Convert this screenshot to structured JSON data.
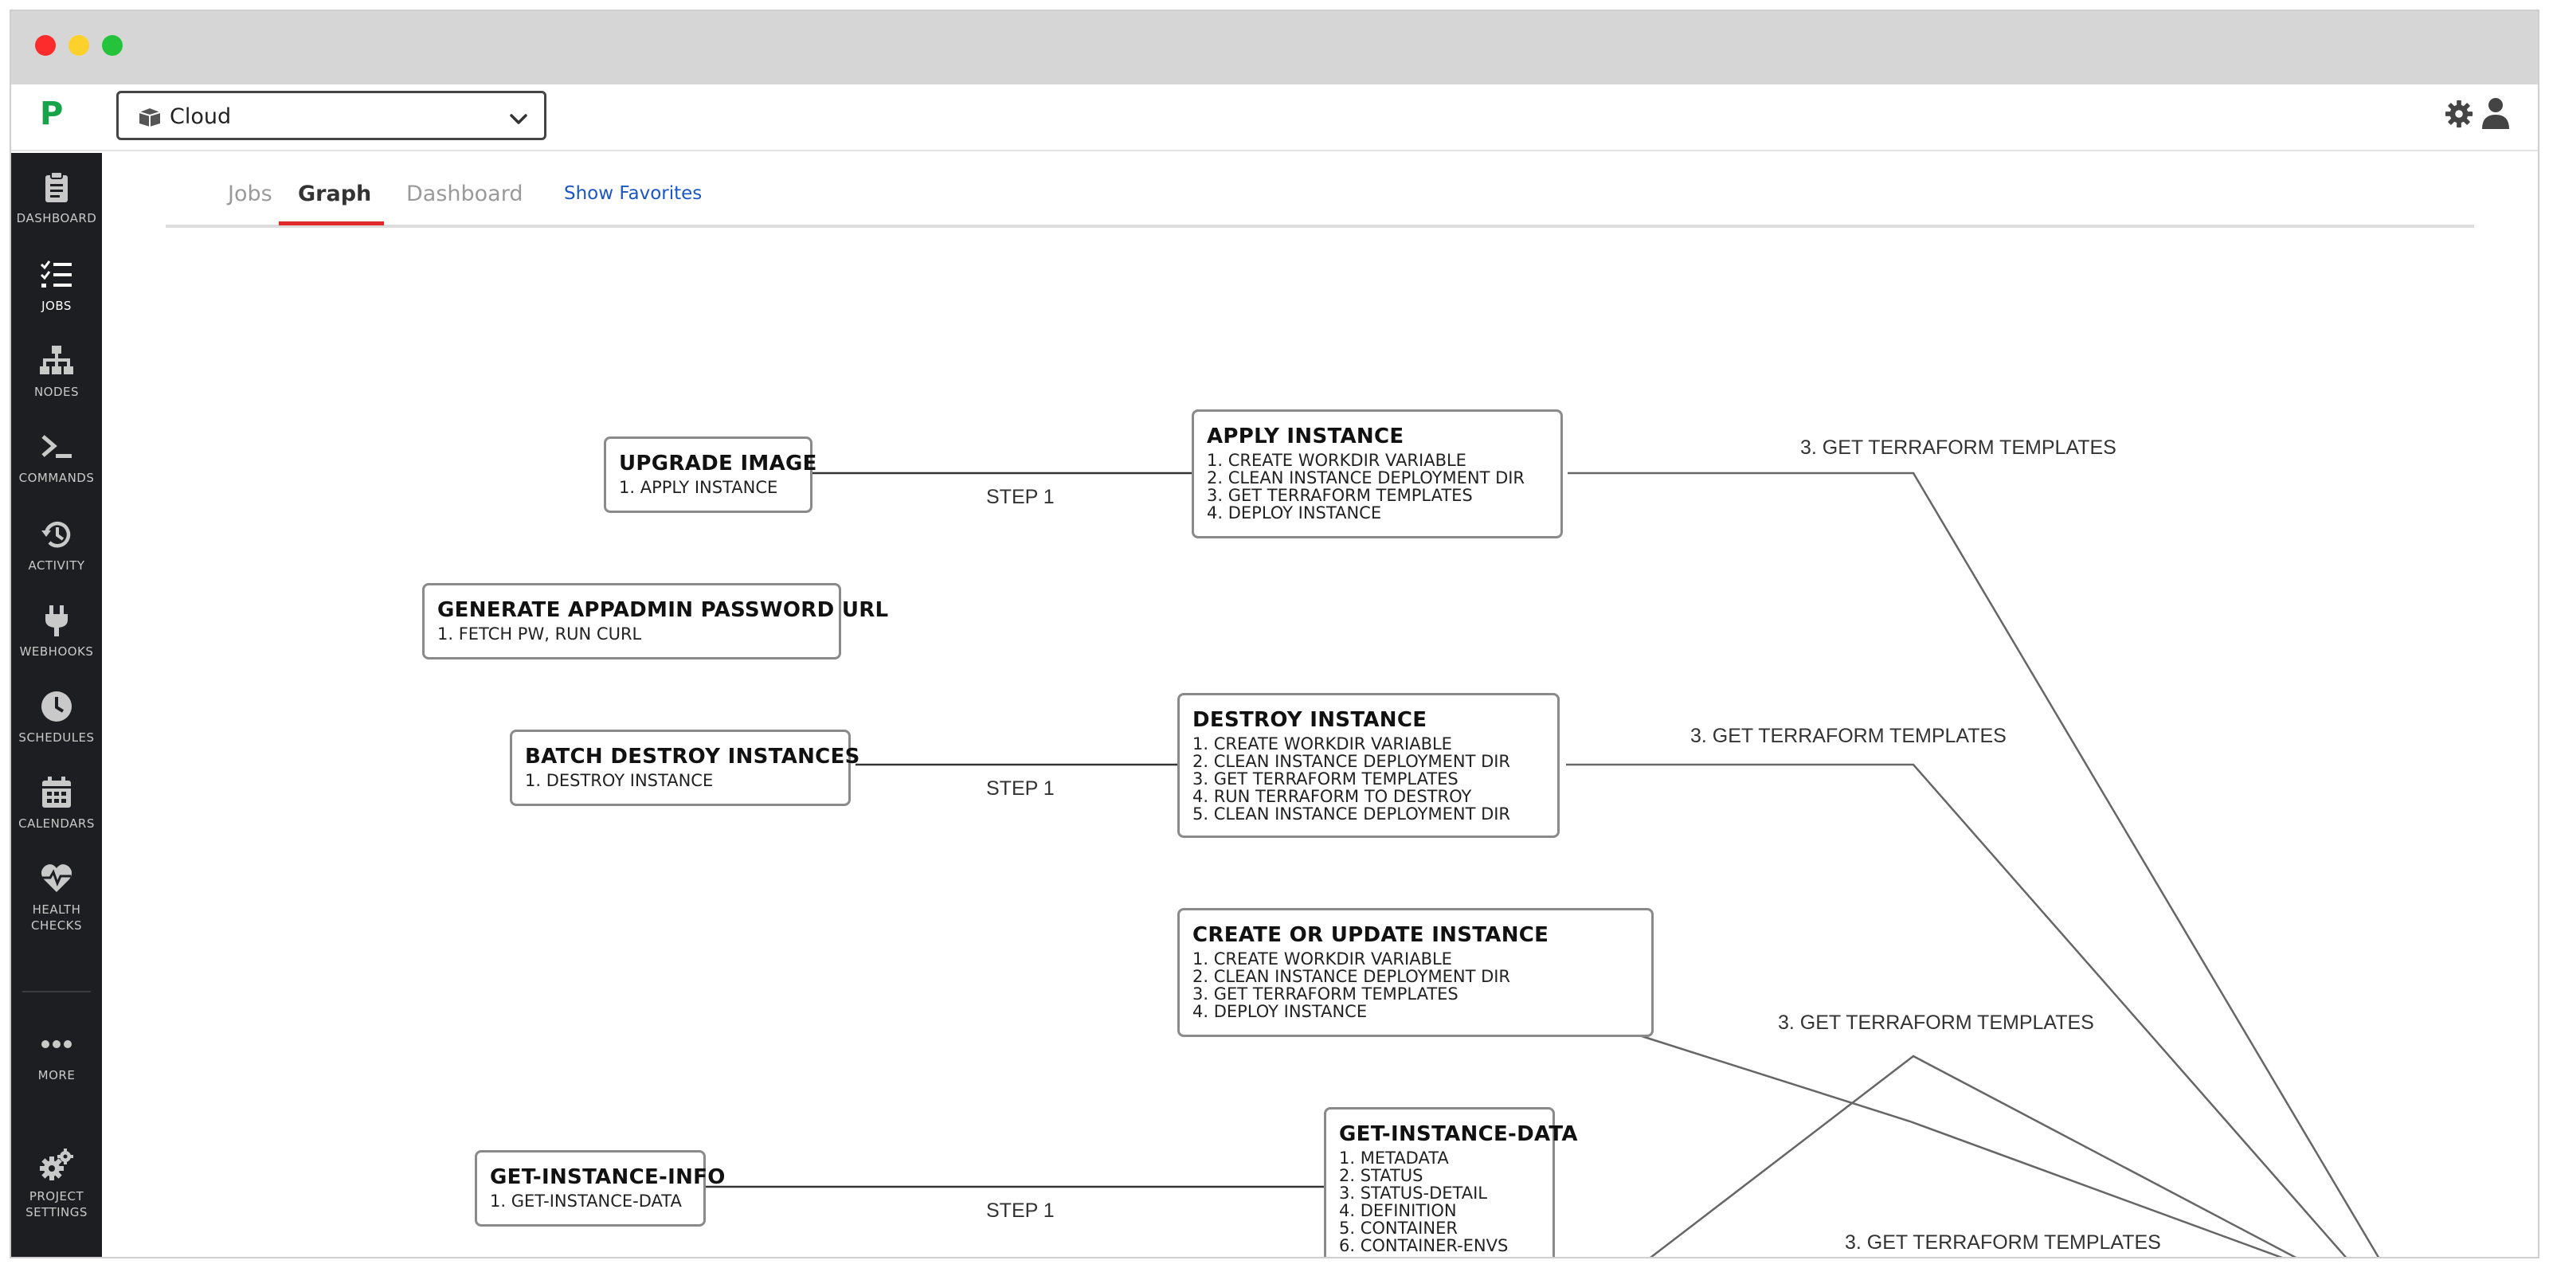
{
  "app": {
    "logo_text": "P",
    "project_selector": {
      "value": "Cloud"
    }
  },
  "sidebar": {
    "items": [
      {
        "label": "DASHBOARD",
        "icon": "clipboard-icon"
      },
      {
        "label": "JOBS",
        "icon": "checklist-icon",
        "active": true
      },
      {
        "label": "NODES",
        "icon": "sitemap-icon"
      },
      {
        "label": "COMMANDS",
        "icon": "terminal-icon"
      },
      {
        "label": "ACTIVITY",
        "icon": "history-icon"
      },
      {
        "label": "WEBHOOKS",
        "icon": "plug-icon"
      },
      {
        "label": "SCHEDULES",
        "icon": "clock-icon"
      },
      {
        "label": "CALENDARS",
        "icon": "calendar-icon"
      },
      {
        "label": "HEALTH",
        "label2": "CHECKS",
        "icon": "heartbeat-icon"
      },
      {
        "label": "MORE",
        "icon": "ellipsis-icon"
      },
      {
        "label": "PROJECT",
        "label2": "SETTINGS",
        "icon": "gears-icon"
      }
    ]
  },
  "tabs": {
    "jobs": "Jobs",
    "graph": "Graph",
    "dashboard": "Dashboard",
    "show_favorites": "Show Favorites",
    "active": "Graph"
  },
  "graph": {
    "nodes": [
      {
        "id": "upgrade-image",
        "title": "UPGRADE IMAGE",
        "steps": [
          "1. APPLY INSTANCE"
        ]
      },
      {
        "id": "apply-instance",
        "title": "APPLY INSTANCE",
        "steps": [
          "1. CREATE WORKDIR VARIABLE",
          "2. CLEAN INSTANCE DEPLOYMENT DIR",
          "3. GET TERRAFORM TEMPLATES",
          "4. DEPLOY INSTANCE"
        ]
      },
      {
        "id": "generate-appadmin",
        "title": "GENERATE APPADMIN PASSWORD URL",
        "steps": [
          "1. FETCH PW, RUN CURL"
        ]
      },
      {
        "id": "batch-destroy",
        "title": "BATCH DESTROY INSTANCES",
        "steps": [
          "1. DESTROY INSTANCE"
        ]
      },
      {
        "id": "destroy-instance",
        "title": "DESTROY INSTANCE",
        "steps": [
          "1. CREATE WORKDIR VARIABLE",
          "2. CLEAN INSTANCE DEPLOYMENT DIR",
          "3. GET TERRAFORM TEMPLATES",
          "4. RUN TERRAFORM TO DESTROY",
          "5. CLEAN INSTANCE DEPLOYMENT DIR"
        ]
      },
      {
        "id": "create-or-update",
        "title": "CREATE OR UPDATE INSTANCE",
        "steps": [
          "1. CREATE WORKDIR VARIABLE",
          "2. CLEAN INSTANCE DEPLOYMENT DIR",
          "3. GET TERRAFORM TEMPLATES",
          "4. DEPLOY INSTANCE"
        ]
      },
      {
        "id": "get-instance-info",
        "title": "GET-INSTANCE-INFO",
        "steps": [
          "1. GET-INSTANCE-DATA"
        ]
      },
      {
        "id": "get-instance-data",
        "title": "GET-INSTANCE-DATA",
        "steps": [
          "1. METADATA",
          "2. STATUS",
          "3. STATUS-DETAIL",
          "4. DEFINITION",
          "5. CONTAINER",
          "6. CONTAINER-ENVS"
        ]
      }
    ],
    "edge_labels": {
      "upgrade_to_apply": "STEP 1",
      "batch_to_destroy": "STEP 1",
      "info_to_data": "STEP 1",
      "apply_terraform": "3. GET TERRAFORM TEMPLATES",
      "destroy_terraform": "3. GET TERRAFORM TEMPLATES",
      "create_terraform": "3. GET TERRAFORM TEMPLATES",
      "bottom_terraform": "3. GET TERRAFORM TEMPLATES"
    },
    "edge_color": "#666666"
  },
  "colors": {
    "sidebar_bg": "#1d1e21",
    "accent_green": "#17a34a",
    "tab_underline": "#e02a2a",
    "link_blue": "#1a56c4"
  }
}
